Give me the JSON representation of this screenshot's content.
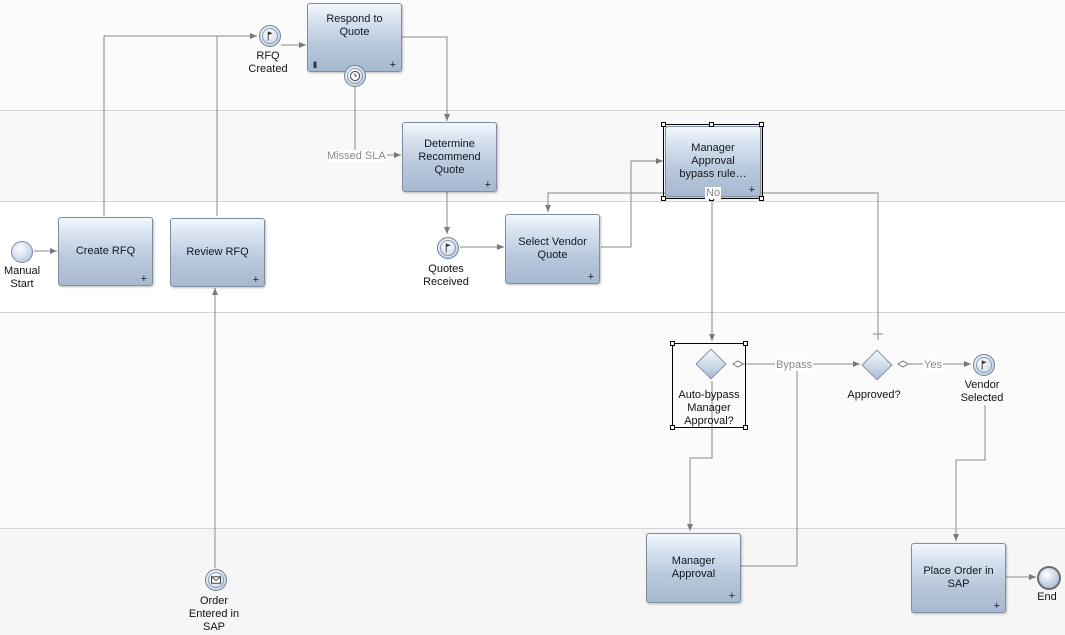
{
  "tasks": {
    "create_rfq": "Create RFQ",
    "review_rfq": "Review RFQ",
    "respond_to_quote": "Respond to\nQuote",
    "determine_recommend_quote": "Determine\nRecommend\nQuote",
    "select_vendor_quote": "Select Vendor\nQuote",
    "manager_approval_bypass": "Manager\nApproval\nbypass rule…",
    "manager_approval": "Manager\nApproval",
    "place_order_in_sap": "Place Order in\nSAP"
  },
  "task_markers": {
    "expand": "+",
    "pause": "II"
  },
  "events": {
    "manual_start": "Manual\nStart",
    "rfq_created": "RFQ\nCreated",
    "quotes_received": "Quotes\nReceived",
    "vendor_selected": "Vendor\nSelected",
    "order_entered_in_sap": "Order\nEntered in\nSAP",
    "end": "End"
  },
  "gateways": {
    "auto_bypass": "Auto-bypass\nManager\nApproval?",
    "approved": "Approved?"
  },
  "flow_labels": {
    "missed_sla": "Missed SLA",
    "no": "No",
    "bypass": "Bypass",
    "yes": "Yes"
  },
  "icons": {
    "flag": "flag-icon",
    "timer": "clock-icon",
    "message": "envelope-icon"
  },
  "colors": {
    "task_fill_top": "#f4f8fd",
    "task_fill_bottom": "#a7b9d0",
    "task_border": "#7f8ea1",
    "flow_line": "#8a8a8a",
    "lane_divider": "#d4d4d4",
    "lane_fill": "#f7f7f7"
  }
}
